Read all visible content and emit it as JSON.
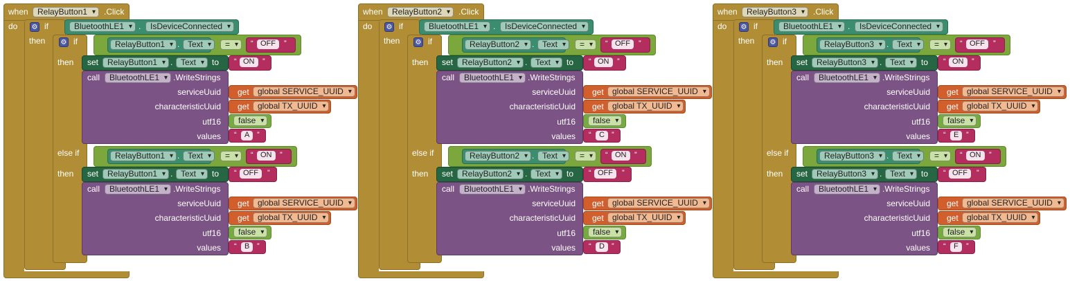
{
  "kw": {
    "when": "when",
    "do": "do",
    "if": "if",
    "then": "then",
    "else_if": "else if",
    "set": "set",
    "to": "to",
    "call": "call",
    "get": "get",
    "dot": ".",
    "click": ".Click",
    "is_connected": "IsDeviceConnected",
    "text": "Text",
    "write_strings": ".WriteStrings",
    "service_uuid": "serviceUuid",
    "char_uuid": "characteristicUuid",
    "utf16": "utf16",
    "values": "values",
    "eq": "=",
    "off": "OFF",
    "on": "ON",
    "false": "false",
    "ble": "BluetoothLE1",
    "global_service": "global SERVICE_UUID",
    "global_tx": "global TX_UUID",
    "lq": "“",
    "rq": "”"
  },
  "icons": {
    "mutator": "gear-icon",
    "dropdown": "chevron-down-icon"
  },
  "colors": {
    "event": "#b18e35",
    "control": "#b18e35",
    "ble_block": "#3a8d6e",
    "logic_compare": "#7ba73c",
    "text_block": "#b32d5e",
    "getter": "#d05f2d",
    "boolean": "#77ab41",
    "method_call": "#7c5385",
    "setter": "#266643",
    "mutator": "#4b57a3"
  },
  "handlers": [
    {
      "component": "RelayButton1",
      "value_off": "A",
      "value_on": "B"
    },
    {
      "component": "RelayButton2",
      "value_off": "C",
      "value_on": "D"
    },
    {
      "component": "RelayButton3",
      "value_off": "E",
      "value_on": "F"
    }
  ]
}
